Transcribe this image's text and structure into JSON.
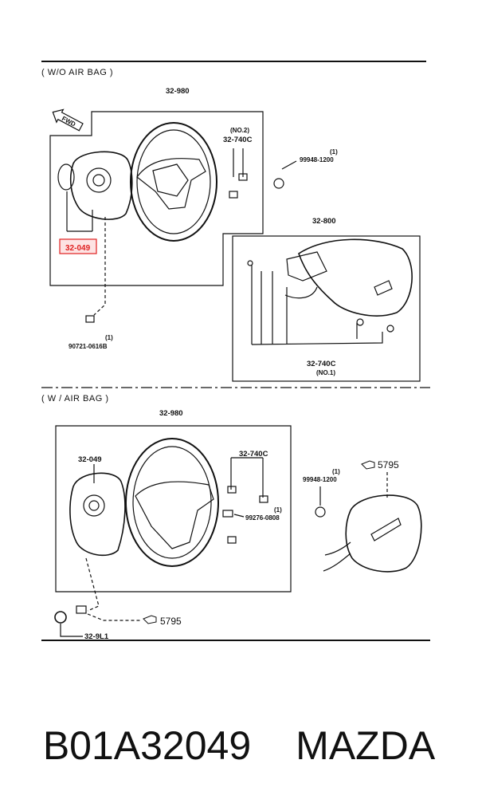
{
  "sections": {
    "without_airbag": "( W/O  AIR  BAG )",
    "with_airbag": "( W / AIR  BAG )"
  },
  "top": {
    "fwd": "FWD",
    "steering_wheel": "32-980",
    "cover_no2_qty": "(NO.2)",
    "cover_no2_part": "32-740C",
    "nut_qty": "(1)",
    "nut_part": "99948-1200",
    "highlighted_part": "32-049",
    "pad_assy": "32-800",
    "screw_qty": "(1)",
    "screw_part": "90721-0616B",
    "cover_no1_part": "32-740C",
    "cover_no1_qty": "(NO.1)"
  },
  "bottom": {
    "steering_wheel": "32-980",
    "hub_part": "32-049",
    "cover_part": "32-740C",
    "nut_qty": "(1)",
    "nut_part": "99948-1200",
    "bolt_qty": "(1)",
    "bolt_part": "99276-0808",
    "airbag_ref_top": "5795",
    "airbag_ref_bottom": "5795",
    "clockspring_part": "32-9L1"
  },
  "caption": {
    "part_number": "B01A32049",
    "brand": "MAZDA"
  },
  "colors": {
    "highlight": "#e02020",
    "line": "#111111"
  }
}
